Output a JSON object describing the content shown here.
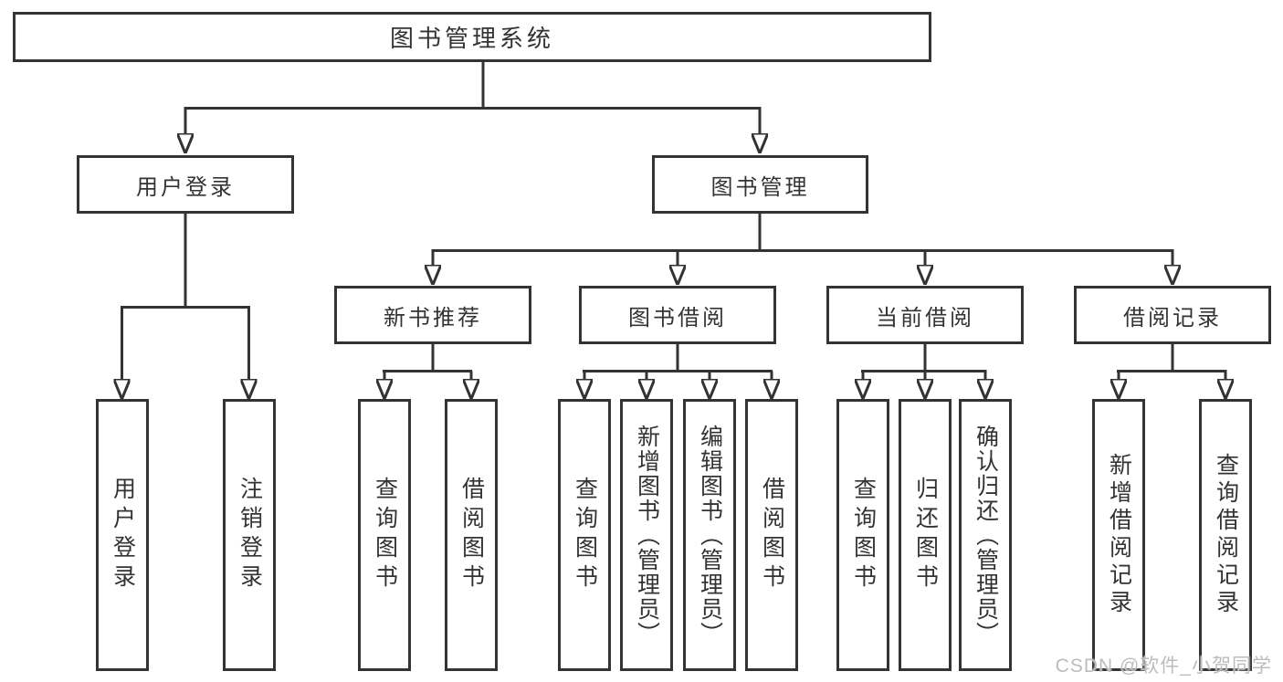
{
  "tree": {
    "root": {
      "label": "图书管理系统",
      "children": [
        {
          "label": "用户登录",
          "children": [
            {
              "label": "用户登录"
            },
            {
              "label": "注销登录"
            }
          ]
        },
        {
          "label": "图书管理",
          "children": [
            {
              "label": "新书推荐",
              "children": [
                {
                  "label": "查询图书"
                },
                {
                  "label": "借阅图书"
                }
              ]
            },
            {
              "label": "图书借阅",
              "children": [
                {
                  "label": "查询图书"
                },
                {
                  "label": "新增图书（管理员）"
                },
                {
                  "label": "编辑图书（管理员）"
                },
                {
                  "label": "借阅图书"
                }
              ]
            },
            {
              "label": "当前借阅",
              "children": [
                {
                  "label": "查询图书"
                },
                {
                  "label": "归还图书"
                },
                {
                  "label": "确认归还（管理员）"
                }
              ]
            },
            {
              "label": "借阅记录",
              "children": [
                {
                  "label": "新增借阅记录"
                },
                {
                  "label": "查询借阅记录"
                }
              ]
            }
          ]
        }
      ]
    }
  },
  "watermark": {
    "text": "CSDN @软件_小贺同学"
  },
  "colors": {
    "line": "#333333",
    "box_border": "#333333",
    "box_fill": "#ffffff",
    "text": "#333333",
    "watermark_text": "#bcbcbc",
    "background": "#ffffff"
  }
}
